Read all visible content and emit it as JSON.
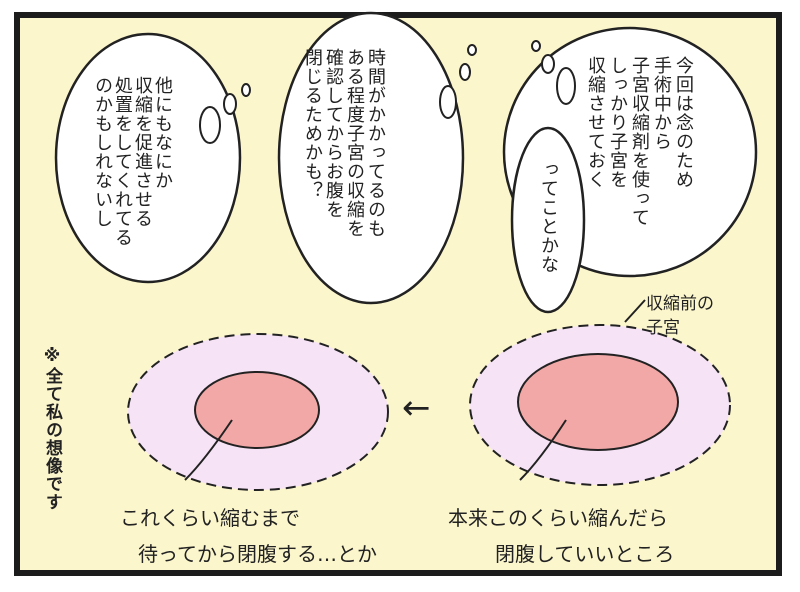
{
  "bubbles": {
    "left": "他にもなにか\n収縮を促進させる\n処置をしてくれてる\nのかもしれないし",
    "middle": "時間がかかってるのも\nある程度子宮の収縮を\n確認してからお腹を\n閉じるためかも？",
    "right_main": "今回は念のため\n手術中から\n子宮収縮剤を使って\nしっかり子宮を\n収縮させておく",
    "right_sub": "ってことかな"
  },
  "note": "※全て私の想像です",
  "diagram": {
    "before_label": "収縮前の\n子宮",
    "after_caption_1": "これくらい縮むまで",
    "after_caption_2": "待ってから閉腹する…とか",
    "before_caption_1": "本来このくらい縮んだら",
    "before_caption_2": "閉腹していいところ",
    "arrow": "←"
  },
  "colors": {
    "panel_bg": "#fcf6cc",
    "outer_ellipse": "#f6e4f6",
    "inner_ellipse": "#f3a8a8"
  }
}
